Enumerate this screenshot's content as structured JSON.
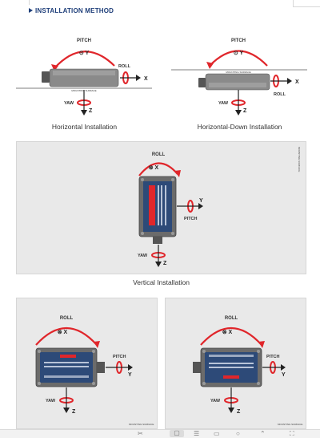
{
  "section_title": "INSTALLATION METHOD",
  "diagrams": {
    "horizontal": {
      "caption": "Horizontal Installation",
      "pitch": "PITCH",
      "y_axis": "⊙ Y",
      "roll": "ROLL",
      "x_axis": "X",
      "surface": "MOUNTING SURFACE",
      "yaw": "YAW",
      "z_axis": "Z"
    },
    "horizontal_down": {
      "caption": "Horizontal-Down Installation",
      "pitch": "PITCH",
      "y_axis": "⊙ Y",
      "roll": "ROLL",
      "x_axis": "X",
      "surface": "MOUNTING SURFACE",
      "yaw": "YAW",
      "z_axis": "Z"
    },
    "vertical": {
      "caption": "Vertical Installation",
      "roll": "ROLL",
      "x_axis": "⊗ X",
      "y_axis": "Y",
      "pitch": "PITCH",
      "yaw": "YAW",
      "z_axis": "Z",
      "surface": "MOUNTING SURFACE"
    },
    "flat_left": {
      "roll": "ROLL",
      "x_axis": "⊗ X",
      "pitch": "PITCH",
      "y_axis": "Y",
      "yaw": "YAW",
      "z_axis": "Z",
      "surface": "MOUNTING SURFACE"
    },
    "flat_right": {
      "roll": "ROLL",
      "x_axis": "⊗ X",
      "pitch": "PITCH",
      "y_axis": "Y",
      "yaw": "YAW",
      "z_axis": "Z",
      "surface": "MOUNTING SURFACE"
    }
  },
  "colors": {
    "accent_red": "#e0262b",
    "title_blue": "#1f3f7a",
    "device_blue": "#2d4a78",
    "panel_bg": "#e9e9e9"
  },
  "toolbar_icons": [
    "scissors-icon",
    "select-icon",
    "list-icon",
    "book-icon",
    "search-icon",
    "up-icon",
    "fullscreen-icon"
  ]
}
